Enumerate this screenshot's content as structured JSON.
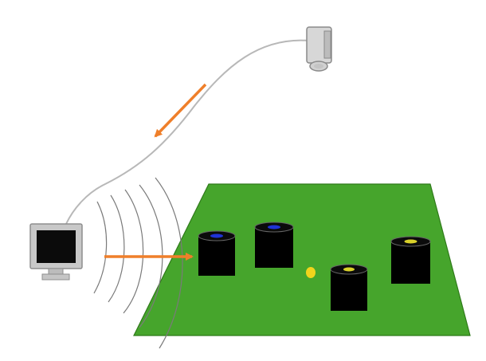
{
  "diagram": {
    "title": "",
    "colors": {
      "background": "#ffffff",
      "arena_fill": "#46a52c",
      "arena_stroke": "#2f7a1a",
      "cable": "#b8b8b8",
      "arrow": "#ef7f2a",
      "wave": "#7a7a7a",
      "robot_body": "#000000",
      "marker_blue": "#1f33d6",
      "marker_yellow": "#d9d12a",
      "ball": "#f1d41c",
      "monitor_frame": "#c8c8c8",
      "monitor_screen": "#0b0b0b",
      "camera_body": "#d7d7d7"
    },
    "components": {
      "camera": {
        "icon": "camera-icon"
      },
      "computer": {
        "icon": "monitor-icon"
      },
      "field": {
        "shape": "green field"
      },
      "robots": [
        {
          "marker": "blue",
          "icon": "robot-icon"
        },
        {
          "marker": "blue",
          "icon": "robot-icon"
        },
        {
          "marker": "yellow",
          "icon": "robot-icon"
        },
        {
          "marker": "yellow",
          "icon": "robot-icon"
        }
      ],
      "ball": {
        "icon": "ball-icon"
      }
    },
    "flows": [
      {
        "from": "camera",
        "to": "computer",
        "kind": "video-feed-cable"
      },
      {
        "from": "computer",
        "to": "field",
        "kind": "radio-transmission"
      }
    ]
  }
}
